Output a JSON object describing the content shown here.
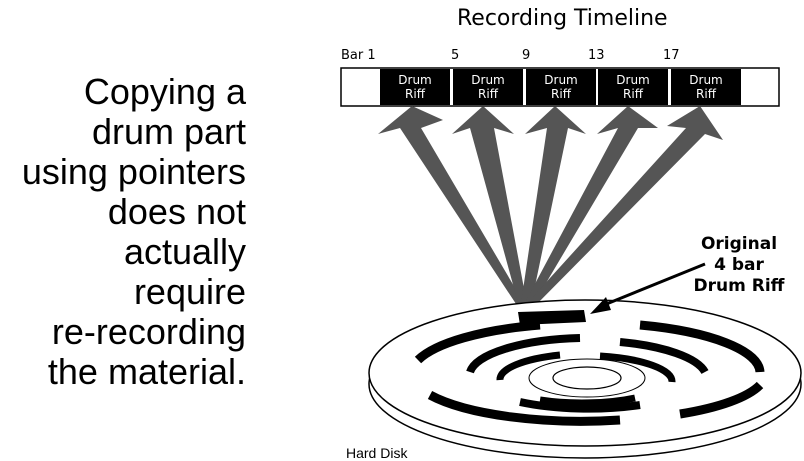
{
  "caption": {
    "lines": [
      "Copying a",
      "drum part",
      "using pointers",
      "does not",
      "actually",
      "require",
      "re-recording",
      "the material."
    ]
  },
  "timeline": {
    "title": "Recording Timeline",
    "bar_prefix": "Bar 1",
    "bar_numbers": [
      "5",
      "9",
      "13",
      "17"
    ],
    "segments": [
      {
        "line1": "Drum",
        "line2": "Riff"
      },
      {
        "line1": "Drum",
        "line2": "Riff"
      },
      {
        "line1": "Drum",
        "line2": "Riff"
      },
      {
        "line1": "Drum",
        "line2": "Riff"
      },
      {
        "line1": "Drum",
        "line2": "Riff"
      }
    ]
  },
  "original": {
    "lines": [
      "Original",
      "4 bar",
      "Drum Riff"
    ]
  },
  "disk": {
    "label": "Hard Disk"
  },
  "colors": {
    "arrow": "#555555",
    "ink": "#000000",
    "background": "#ffffff"
  }
}
